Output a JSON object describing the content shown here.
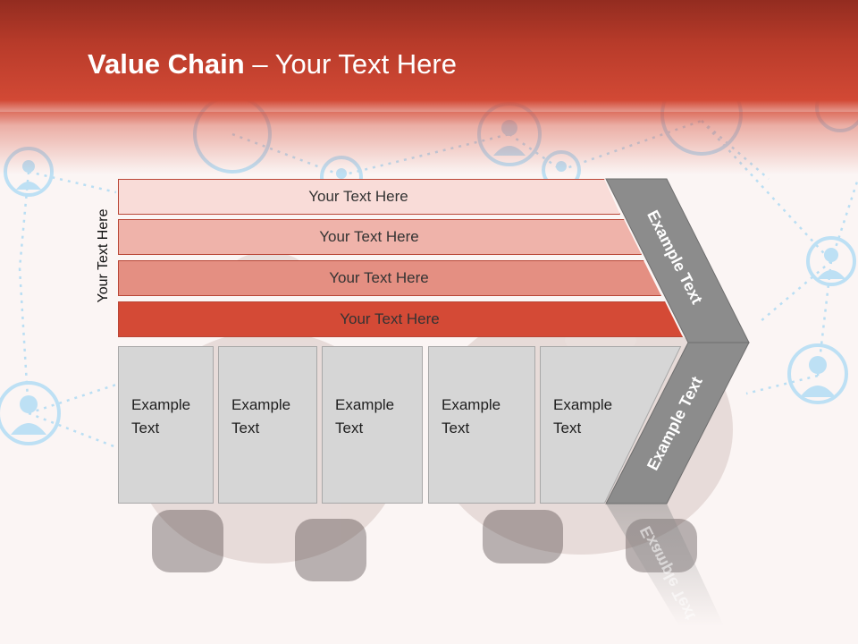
{
  "slide": {
    "title_bold": "Value Chain",
    "title_rest": " – Your Text Here"
  },
  "side_label": "Your Text Here",
  "bars": [
    {
      "label": "Your Text Here",
      "color": "#f9dcd8"
    },
    {
      "label": "Your Text Here",
      "color": "#efb3aa"
    },
    {
      "label": "Your Text Here",
      "color": "#e48f82"
    },
    {
      "label": "Your Text Here",
      "color": "#d44a36"
    }
  ],
  "boxes": [
    {
      "line1": "Example",
      "line2": "Text"
    },
    {
      "line1": "Example",
      "line2": "Text"
    },
    {
      "line1": "Example",
      "line2": "Text"
    },
    {
      "line1": "Example",
      "line2": "Text"
    },
    {
      "line1": "Example",
      "line2": "Text"
    }
  ],
  "chevron_top": "Example Text",
  "chevron_bottom": "Example Text",
  "colors": {
    "header": "#c0402e",
    "chevron": "#8c8c8c",
    "box": "#d6d6d6",
    "network": "#b7dcf2"
  }
}
